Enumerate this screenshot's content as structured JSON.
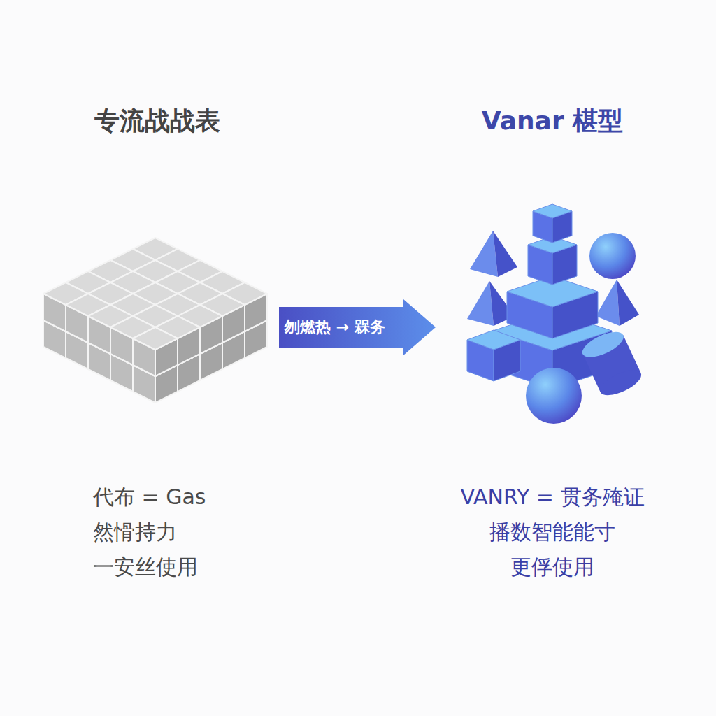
{
  "diagram": {
    "nodes": [
      {
        "text": [
          "专流战战表",
          "代布 = Gas",
          "然愲持力",
          "一安丝使用"
        ]
      },
      {
        "text": [
          "Vanar 椹型",
          "VANRY = 贯务殗证",
          "播数智能能寸",
          "更俘使用"
        ]
      }
    ],
    "edges": [
      {
        "from": 0,
        "to": 1,
        "arrow": "to",
        "label": "刎燃热 → 槑务"
      }
    ]
  }
}
